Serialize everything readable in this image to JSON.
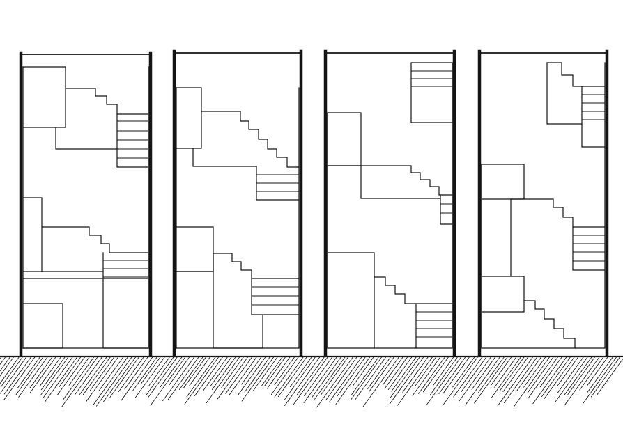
{
  "drawing": {
    "type": "architectural-section-sketch",
    "building_count": 4,
    "ink_color": "#141414",
    "paper_color": "#ffffff",
    "ground": "diagonal-hatch"
  }
}
